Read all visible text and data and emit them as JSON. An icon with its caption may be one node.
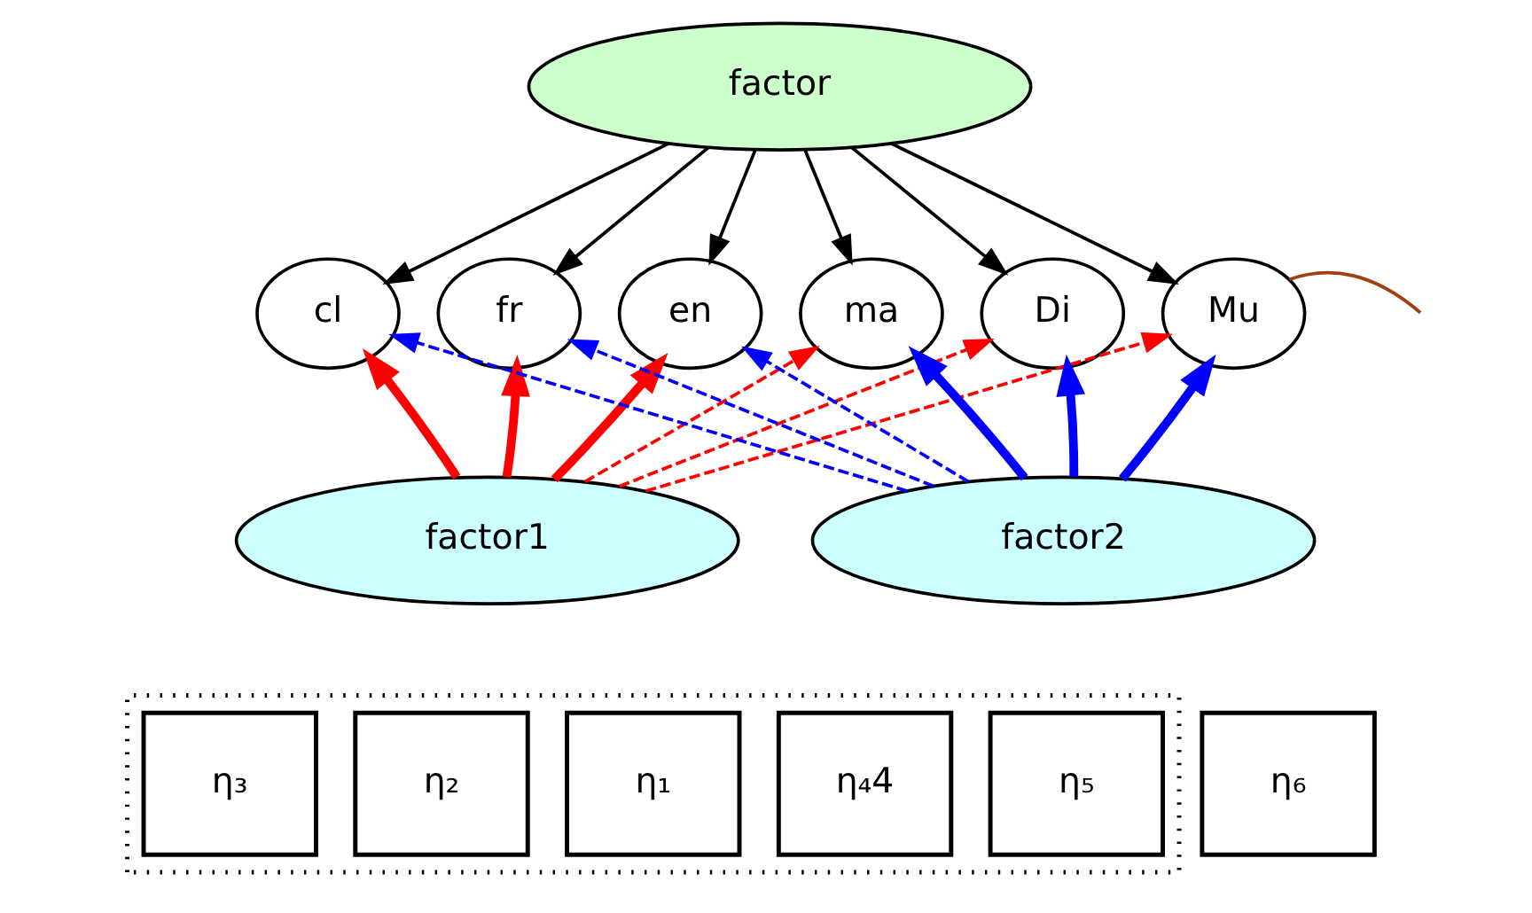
{
  "diagram": {
    "nodes": [
      {
        "text": [
          "factor"
        ]
      },
      {
        "text": [
          "cl"
        ]
      },
      {
        "text": [
          "fr"
        ]
      },
      {
        "text": [
          "en"
        ]
      },
      {
        "text": [
          "ma"
        ]
      },
      {
        "text": [
          "Di"
        ]
      },
      {
        "text": [
          "Mu"
        ]
      },
      {
        "text": [],
        "shape": "box"
      },
      {
        "text": [
          "η₁"
        ],
        "in": 7
      },
      {
        "text": [
          "η₂"
        ],
        "in": 7
      },
      {
        "text": [
          "η₃"
        ],
        "in": 7
      },
      {
        "text": [
          "η₄4"
        ],
        "in": 7
      },
      {
        "text": [
          "η₅"
        ],
        "in": 7
      },
      {
        "text": [
          "η₆"
        ]
      },
      {
        "text": [
          "factor1"
        ]
      },
      {
        "text": [
          "factor2"
        ]
      }
    ],
    "edges": [
      {
        "from": 0,
        "to": 1,
        "arrow": "to"
      },
      {
        "from": 0,
        "to": 2,
        "arrow": "to"
      },
      {
        "from": 0,
        "to": 3,
        "arrow": "to"
      },
      {
        "from": 0,
        "to": 4,
        "arrow": "to"
      },
      {
        "from": 0,
        "to": 5,
        "arrow": "to"
      },
      {
        "from": 0,
        "to": 6,
        "arrow": "to"
      },
      {
        "from": 6,
        "to": null,
        "arrow": "none",
        "color": "#a0400f"
      },
      {
        "from": 14,
        "to": 1,
        "arrow": "to",
        "style": "thick",
        "color": "#ff0000"
      },
      {
        "from": 14,
        "to": 2,
        "arrow": "to",
        "style": "thick",
        "color": "#ff0000"
      },
      {
        "from": 14,
        "to": 3,
        "arrow": "to",
        "style": "thick",
        "color": "#ff0000"
      },
      {
        "from": 14,
        "to": 4,
        "arrow": "to",
        "style": "dashed",
        "color": "#ff0000"
      },
      {
        "from": 14,
        "to": 5,
        "arrow": "to",
        "style": "dashed",
        "color": "#ff0000"
      },
      {
        "from": 14,
        "to": 6,
        "arrow": "to",
        "style": "dashed",
        "color": "#ff0000"
      },
      {
        "from": 15,
        "to": 1,
        "arrow": "to",
        "style": "dashed",
        "color": "#0000ff"
      },
      {
        "from": 15,
        "to": 2,
        "arrow": "to",
        "style": "dashed",
        "color": "#0000ff"
      },
      {
        "from": 15,
        "to": 3,
        "arrow": "to",
        "style": "dashed",
        "color": "#0000ff"
      },
      {
        "from": 15,
        "to": 4,
        "arrow": "to",
        "style": "thick",
        "color": "#0000ff"
      },
      {
        "from": 15,
        "to": 5,
        "arrow": "to",
        "style": "thick",
        "color": "#0000ff"
      },
      {
        "from": 15,
        "to": 6,
        "arrow": "to",
        "style": "thick",
        "color": "#0000ff"
      }
    ]
  }
}
